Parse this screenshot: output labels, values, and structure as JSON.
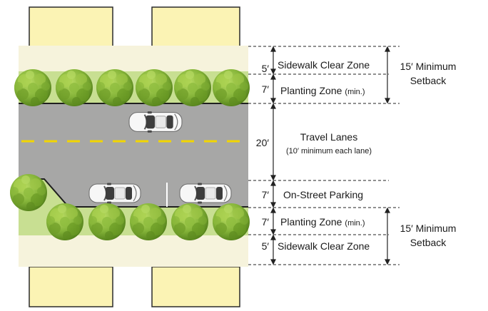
{
  "colors": {
    "building": "#fbf3b4",
    "building_outline": "#2b2b2b",
    "sidewalk": "#f6f3dc",
    "planting": "#c8df92",
    "road": "#a7a7a6",
    "curb": "#1f1f1f",
    "lane_stripe": "#f2d500",
    "tree_dark": "#5c8a1d",
    "tree_light": "#a8cf4e",
    "dim_line": "#222222"
  },
  "zones": {
    "top_sidewalk": {
      "dimension": "5′",
      "label": "Sidewalk Clear Zone"
    },
    "top_planting": {
      "dimension": "7′",
      "label": "Planting Zone",
      "label_note": "(min.)"
    },
    "travel_lanes": {
      "dimension": "20′",
      "label": "Travel Lanes",
      "sublabel": "(10′ minimum each lane)"
    },
    "parking": {
      "dimension": "7′",
      "label": "On-Street Parking"
    },
    "bottom_planting": {
      "dimension": "7′",
      "label": "Planting Zone",
      "label_note": "(min.)"
    },
    "bottom_sidewalk": {
      "dimension": "5′",
      "label": "Sidewalk Clear Zone"
    }
  },
  "setbacks": {
    "top": {
      "line1": "15′ Minimum",
      "line2": "Setback"
    },
    "bottom": {
      "line1": "15′ Minimum",
      "line2": "Setback"
    }
  },
  "icons": {
    "tree": "tree-icon",
    "car": "car-icon"
  }
}
